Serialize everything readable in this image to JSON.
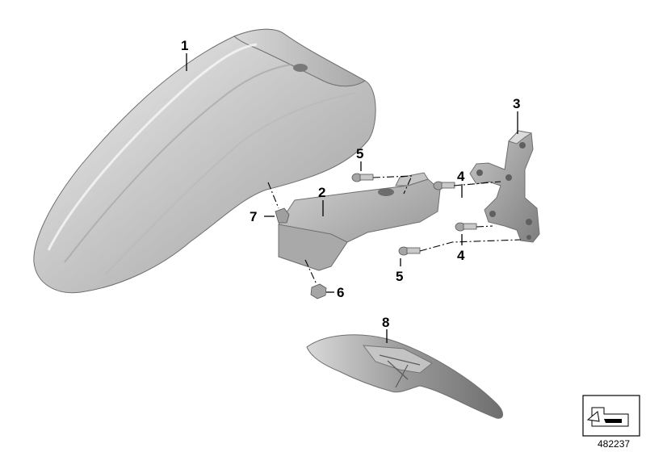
{
  "diagram": {
    "callouts": {
      "p1": "1",
      "p2": "2",
      "p3": "3",
      "p4a": "4",
      "p4b": "4",
      "p5a": "5",
      "p5b": "5",
      "p6": "6",
      "p7": "7",
      "p8": "8"
    },
    "diagram_number": "482237",
    "colors": {
      "part_light": "#e4e4e4",
      "part_mid": "#b9b9b9",
      "part_dark": "#8a8a8a",
      "line": "#000000"
    }
  }
}
